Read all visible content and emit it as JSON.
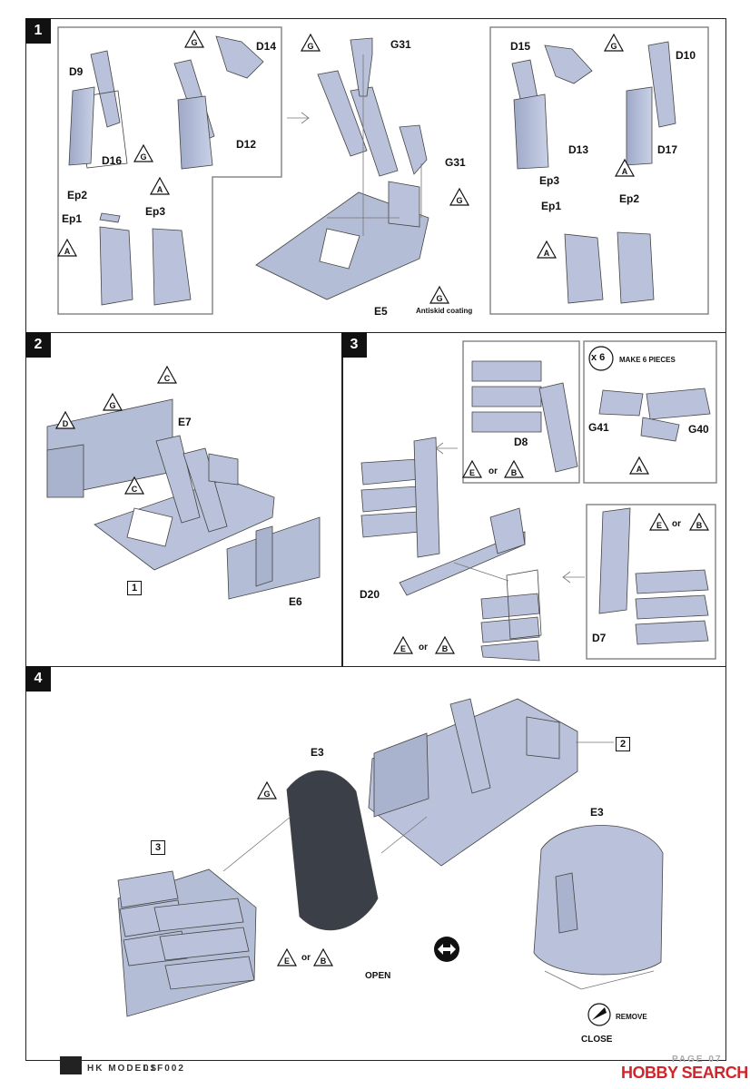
{
  "steps": [
    {
      "number": "1"
    },
    {
      "number": "2"
    },
    {
      "number": "3"
    },
    {
      "number": "4"
    }
  ],
  "step1": {
    "parts_left": [
      "D9",
      "D14",
      "D12",
      "D16",
      "Ep2",
      "Ep1",
      "Ep3"
    ],
    "parts_mid": [
      "G31",
      "G31",
      "E5"
    ],
    "parts_right": [
      "D15",
      "D10",
      "D13",
      "D17",
      "Ep3",
      "Ep1",
      "Ep2"
    ],
    "antiskid": "Antiskid coating"
  },
  "step2": {
    "parts": [
      "E7",
      "E6"
    ],
    "ref": "1"
  },
  "step3": {
    "parts": [
      "D8",
      "G41",
      "G40",
      "D20",
      "D7"
    ],
    "multiplier": "x 6",
    "make_note": "MAKE 6 PIECES",
    "or_word": "or"
  },
  "step4": {
    "parts": [
      "E3",
      "E3"
    ],
    "refs": [
      "2",
      "3"
    ],
    "open": "OPEN",
    "close": "CLOSE",
    "remove": "REMOVE",
    "or_word": "or"
  },
  "colors": {
    "callouts": [
      "G",
      "A",
      "D",
      "C",
      "E",
      "B"
    ]
  },
  "footer": {
    "brand": "HK MODELS",
    "code": "01F002",
    "page": "PAGE 07"
  },
  "watermark": "HOBBY SEARCH"
}
